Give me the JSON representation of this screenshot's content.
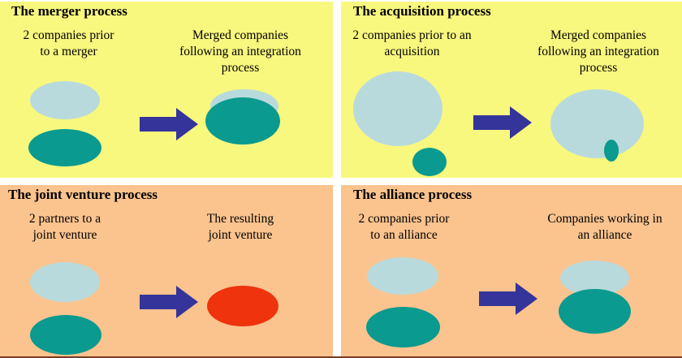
{
  "colors": {
    "yellow_bg": "#f8f77e",
    "orange_bg": "#fbc38e",
    "light_blue": "#b9dadd",
    "teal": "#0a9a8f",
    "arrow_blue": "#35349b",
    "joint_venture_red": "#ee330d",
    "divider_white": "#ffffff",
    "bottom_edge": "#7b3c26"
  },
  "quadrants": {
    "merger": {
      "title": "The merger process",
      "before": "2 companies prior\nto a merger",
      "after": "Merged companies\nfollowing an integration\nprocess"
    },
    "acquisition": {
      "title": "The acquisition process",
      "before": "2 companies prior to an\nacquisition",
      "after": "Merged companies\nfollowing an integration\nprocess"
    },
    "joint_venture": {
      "title": "The joint venture process",
      "before": "2 partners to a\njoint venture",
      "after": "The resulting\njoint venture"
    },
    "alliance": {
      "title": "The alliance process",
      "before": "2 companies prior\nto an alliance",
      "after": "Companies working in\nan alliance"
    }
  }
}
